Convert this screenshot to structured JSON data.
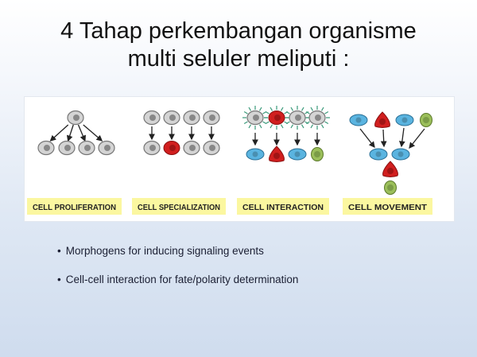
{
  "slide": {
    "title_line1": "4 Tahap perkembangan organisme",
    "title_line2": "multi seluler meliputi :",
    "figure_labels": [
      "CELL PROLIFERATION",
      "CELL SPECIALIZATION",
      "CELL INTERACTION",
      "CELL MOVEMENT"
    ],
    "bullets": [
      "Morphogens for inducing signaling events",
      "Cell-cell interaction for fate/polarity determination"
    ],
    "bullet_char": "•"
  },
  "colors": {
    "label_bg": "#fbf7a0",
    "gray_cell": "#d4d4d4",
    "red_cell": "#d11f1f",
    "blue_cell": "#5ab4e0",
    "green_cell": "#9bbf5a"
  }
}
